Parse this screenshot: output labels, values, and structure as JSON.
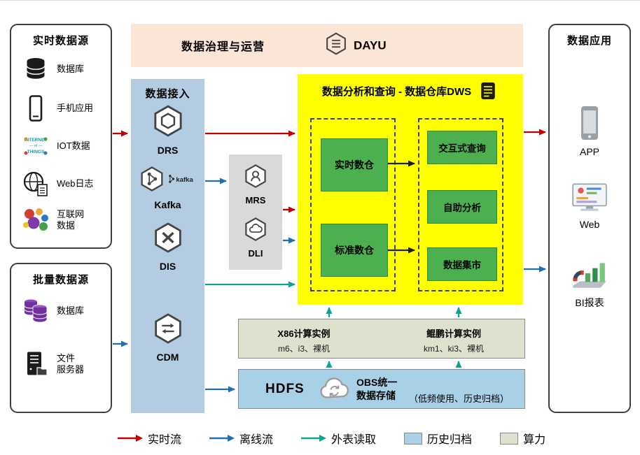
{
  "realtime_sources": {
    "title": "实时数据源",
    "items": [
      {
        "label": "数据库",
        "icon": "database-icon"
      },
      {
        "label": "手机应用",
        "icon": "mobile-phone-icon"
      },
      {
        "label": "IOT数据",
        "icon": "iot-icon"
      },
      {
        "label": "Web日志",
        "icon": "web-log-icon"
      },
      {
        "label": "互联网数据",
        "lines": [
          "互联网",
          "数据"
        ],
        "icon": "internet-data-icon"
      }
    ]
  },
  "batch_sources": {
    "title": "批量数据源",
    "items": [
      {
        "label": "数据库",
        "icon": "purple-database-icon"
      },
      {
        "label": "文件服务器",
        "lines": [
          "文件",
          "服务器"
        ],
        "icon": "file-server-icon"
      }
    ]
  },
  "governance": {
    "title": "数据治理与运营",
    "product": "DAYU",
    "bg": "#FBE5D6"
  },
  "ingestion": {
    "title": "数据接入",
    "bg": "#B4CCE2",
    "items": [
      {
        "label": "DRS"
      },
      {
        "label": "Kafka",
        "wordmark": "kafka"
      },
      {
        "label": "DIS"
      },
      {
        "label": "CDM"
      }
    ]
  },
  "processing": {
    "bg": "#D9D9D9",
    "items": [
      {
        "label": "MRS"
      },
      {
        "label": "DLI"
      }
    ]
  },
  "dws": {
    "title": "数据分析和查询 - 数据仓库DWS",
    "bg": "#FFFF00",
    "module_color": "#4CB051",
    "left_modules": [
      {
        "label": "实时数仓"
      },
      {
        "label": "标准数仓"
      }
    ],
    "right_modules": [
      {
        "label": "交互式查询"
      },
      {
        "label": "自助分析"
      },
      {
        "label": "数据集市"
      }
    ]
  },
  "compute": {
    "bg": "#DCE2CE",
    "items": [
      {
        "title": "X86计算实例",
        "subtitle": "m6、i3、裸机"
      },
      {
        "title": "鲲鹏计算实例",
        "subtitle": "km1、ki3、裸机"
      }
    ]
  },
  "storage": {
    "bg": "#A8D1E7",
    "hdfs_label": "HDFS",
    "obs_line1": "OBS统一",
    "obs_line2": "数据存储",
    "note": "（低频使用、历史归档）"
  },
  "applications": {
    "title": "数据应用",
    "items": [
      {
        "label": "APP"
      },
      {
        "label": "Web"
      },
      {
        "label": "BI报表"
      }
    ]
  },
  "legend": {
    "items": [
      {
        "label": "实时流",
        "type": "arrow",
        "color": "#C00000"
      },
      {
        "label": "离线流",
        "type": "arrow",
        "color": "#1F6FB5"
      },
      {
        "label": "外表读取",
        "type": "arrow",
        "color": "#0CA296"
      },
      {
        "label": "历史归档",
        "type": "swatch",
        "color": "#A8D1E7"
      },
      {
        "label": "算力",
        "type": "swatch",
        "color": "#DCE2CE"
      }
    ]
  }
}
